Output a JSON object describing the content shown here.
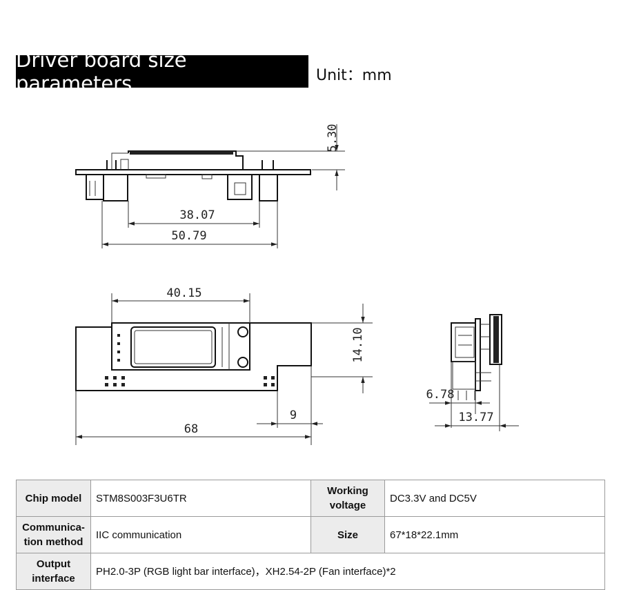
{
  "header": {
    "title": "Driver board size parameters",
    "unit": "Unit：mm"
  },
  "dimensions": {
    "side_height": "5.30",
    "side_inner_width": "38.07",
    "side_outer_width": "50.79",
    "top_display_width": "40.15",
    "top_height": "14.10",
    "top_notch_width": "9",
    "top_total_width": "68",
    "end_depth_small": "6.78",
    "end_depth_total": "13.77"
  },
  "specs": {
    "chip_model_label": "Chip model",
    "chip_model_value": "STM8S003F3U6TR",
    "working_voltage_label": "Working voltage",
    "working_voltage_value": "DC3.3V and DC5V",
    "communication_label": "Communica-tion method",
    "communication_value": "IIC communication",
    "size_label": "Size",
    "size_value": "67*18*22.1mm",
    "output_label": "Output interface",
    "output_value": "PH2.0-3P (RGB light bar interface)，XH2.54-2P (Fan interface)*2"
  }
}
